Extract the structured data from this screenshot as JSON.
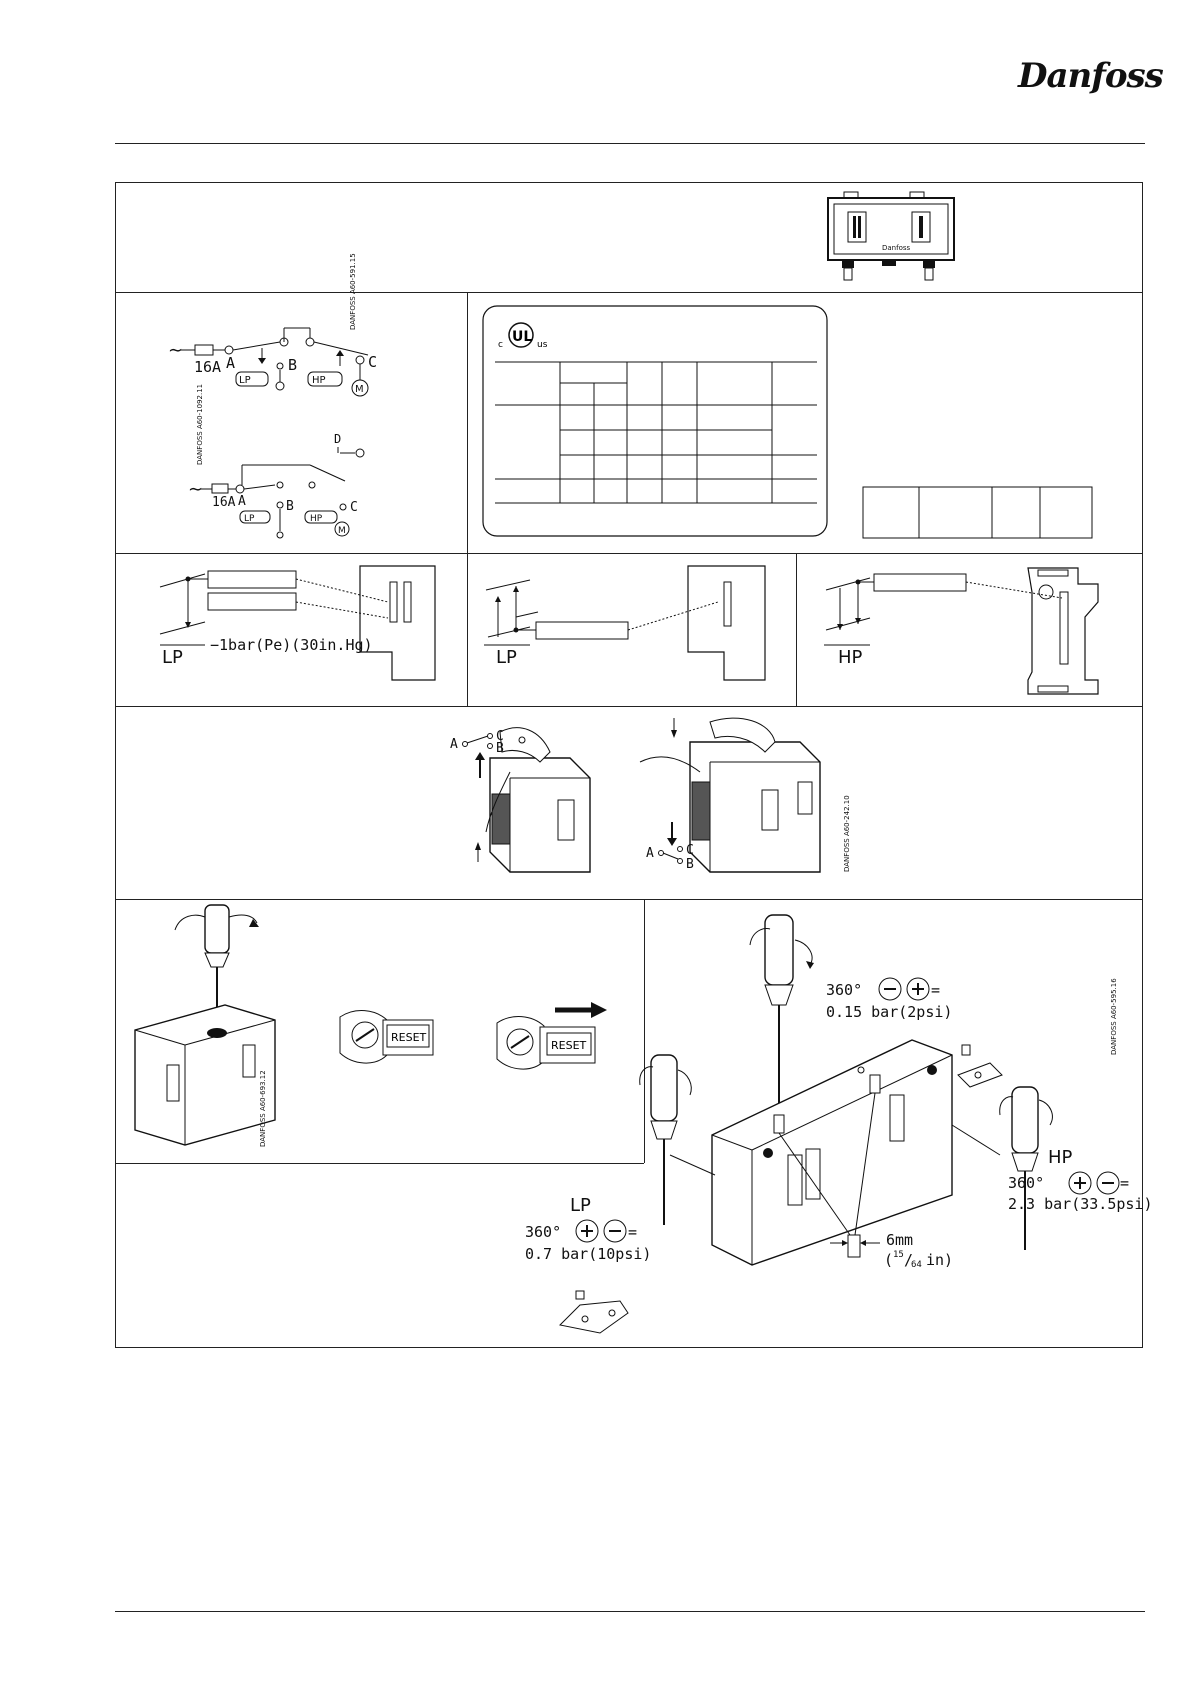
{
  "brand": {
    "logo_text": "Danfoss"
  },
  "wiring": {
    "diagram1": {
      "fuse": "16A",
      "terminals": [
        "A",
        "B",
        "C"
      ],
      "lp": "LP",
      "hp": "HP",
      "motor": "M",
      "code": "DANFOSS A60-591.15"
    },
    "diagram2": {
      "fuse": "16A",
      "terminals": [
        "A",
        "B",
        "C",
        "D"
      ],
      "lp": "LP",
      "hp": "HP",
      "motor": "M",
      "code": "DANFOSS A60-1092.11"
    }
  },
  "ul": {
    "c": "c",
    "ul": "UL",
    "us": "us"
  },
  "settings": {
    "lp1": {
      "label": "LP",
      "note": "−1bar(Pe)(30in.Hg)"
    },
    "lp2": {
      "label": "LP"
    },
    "hp": {
      "label": "HP"
    }
  },
  "manual_test": {
    "terminals": [
      "A",
      "C",
      "B"
    ],
    "code": "DANFOSS A60-242.10"
  },
  "reset": {
    "button1": "RESET",
    "button2": "RESET",
    "code": "DANFOSS A60-693.12"
  },
  "adjust": {
    "center": {
      "deg": "360°",
      "value": "0.15  bar(2psi)"
    },
    "lp": {
      "title": "LP",
      "deg": "360°",
      "value": "0.7  bar(10psi)"
    },
    "hp": {
      "title": "HP",
      "deg": "360°",
      "value": "2.3  bar(33.5psi)"
    },
    "size": {
      "mm": "6mm",
      "in_num": "15",
      "in_den": "64",
      "in_unit": "in)"
    },
    "code": "DANFOSS A60-595.16"
  }
}
